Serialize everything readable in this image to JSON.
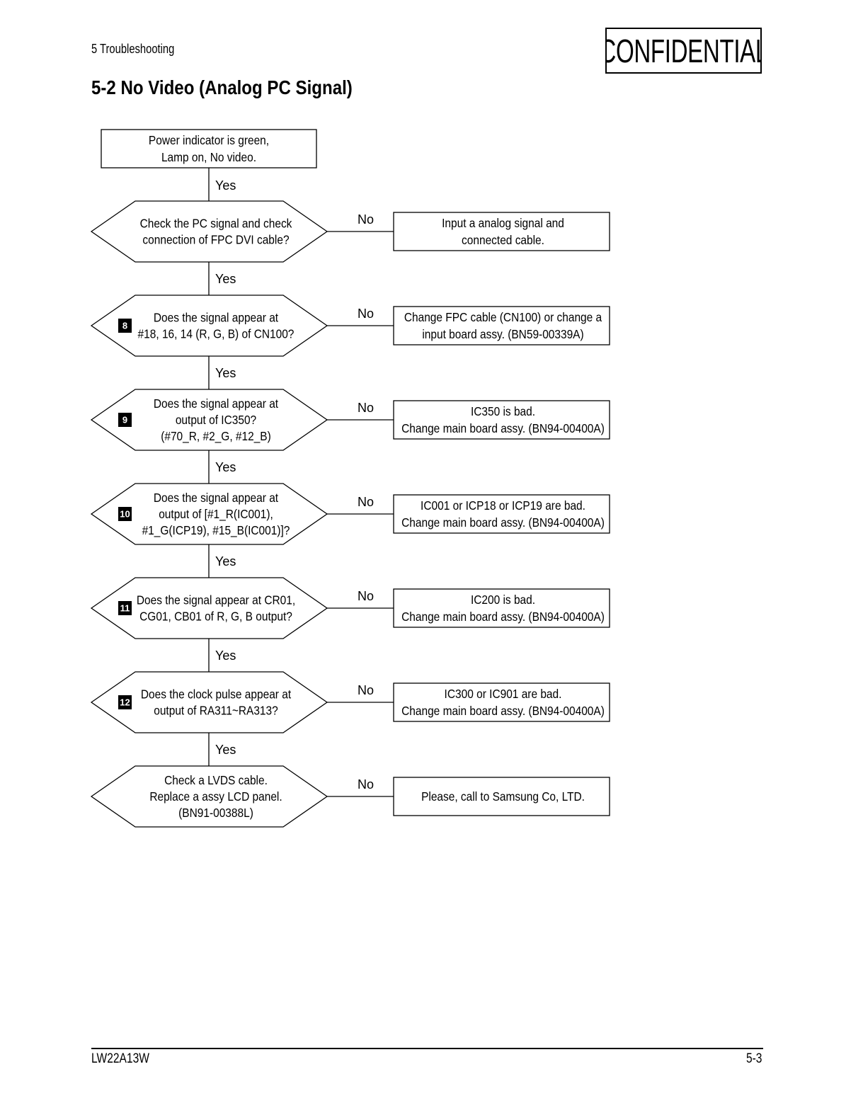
{
  "header": {
    "section": "5 Troubleshooting",
    "stamp": "CONFIDENTIAL",
    "title": "5-2 No Video (Analog PC Signal)"
  },
  "flowchart": {
    "start": [
      "Power indicator is green,",
      "Lamp on, No video."
    ],
    "yes_label": "Yes",
    "no_label": "No",
    "steps": [
      {
        "badge": "",
        "question": [
          "Check the PC signal and check",
          "connection of FPC DVI cable?"
        ],
        "action": [
          "Input a analog signal and",
          "connected cable."
        ]
      },
      {
        "badge": "8",
        "question": [
          "Does the signal appear at",
          "#18, 16, 14 (R, G, B) of CN100?"
        ],
        "action": [
          "Change FPC cable (CN100) or change a",
          "input board assy. (BN59-00339A)"
        ]
      },
      {
        "badge": "9",
        "question": [
          "Does the signal appear at",
          "output of IC350?",
          "(#70_R, #2_G, #12_B)"
        ],
        "action": [
          "IC350 is bad.",
          "Change main board assy. (BN94-00400A)"
        ]
      },
      {
        "badge": "10",
        "question": [
          "Does the signal appear at",
          "output of [#1_R(IC001),",
          "#1_G(ICP19), #15_B(IC001)]?"
        ],
        "action": [
          "IC001 or ICP18 or ICP19 are bad.",
          "Change main board assy. (BN94-00400A)"
        ]
      },
      {
        "badge": "11",
        "question": [
          "Does the signal appear at CR01,",
          "CG01, CB01 of R, G, B output?"
        ],
        "action": [
          "IC200 is bad.",
          "Change main board assy. (BN94-00400A)"
        ]
      },
      {
        "badge": "12",
        "question": [
          "Does the clock pulse appear at",
          "output of RA311~RA313?"
        ],
        "action": [
          "IC300 or IC901 are bad.",
          "Change main board assy. (BN94-00400A)"
        ]
      },
      {
        "badge": "",
        "question": [
          "Check a LVDS cable.",
          "Replace a assy LCD panel.",
          "(BN91-00388L)"
        ],
        "action": [
          "Please, call to Samsung Co, LTD."
        ]
      }
    ]
  },
  "footer": {
    "model": "LW22A13W",
    "page": "5-3"
  }
}
